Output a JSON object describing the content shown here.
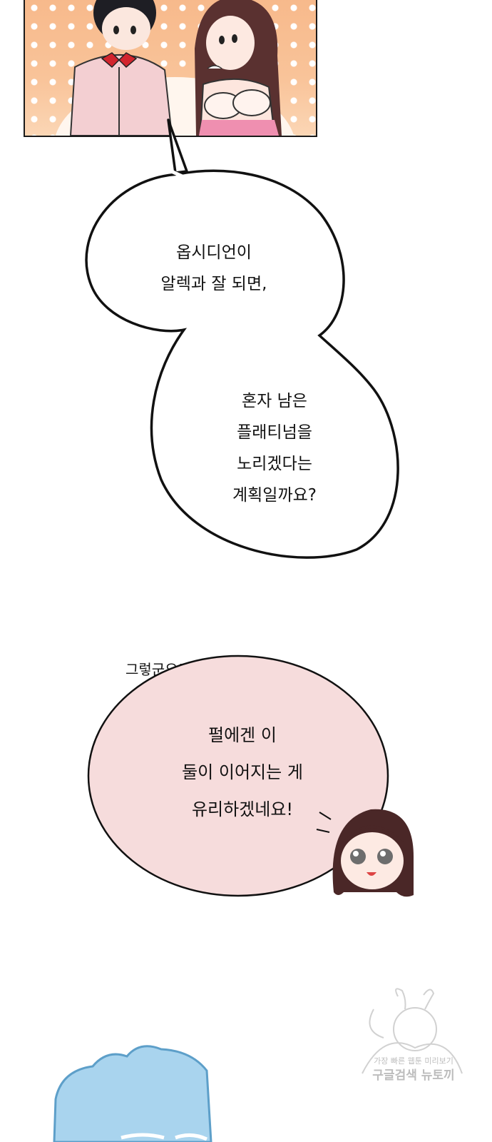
{
  "panel": {
    "sky_color": "#f7b98b",
    "dot_color": "#ffffff"
  },
  "bubble1": {
    "lines_top": [
      "옵시디언이",
      "알렉과 잘 되면,"
    ],
    "lines_bottom": [
      "혼자 남은",
      "플래티넘을",
      "노리겠다는",
      "계획일까요?"
    ]
  },
  "exclaim": "그렇군요!",
  "bubble2": {
    "fill": "#f6dcdc",
    "lines": [
      "펄에겐 이",
      "둘이 이어지는 게",
      "유리하겠네요!"
    ]
  },
  "watermark": {
    "line1": "가장 빠른 웹툰 미리보기",
    "line2": "구글검색 뉴토끼"
  },
  "bubble3": {
    "fill": "#a9d4ee"
  }
}
